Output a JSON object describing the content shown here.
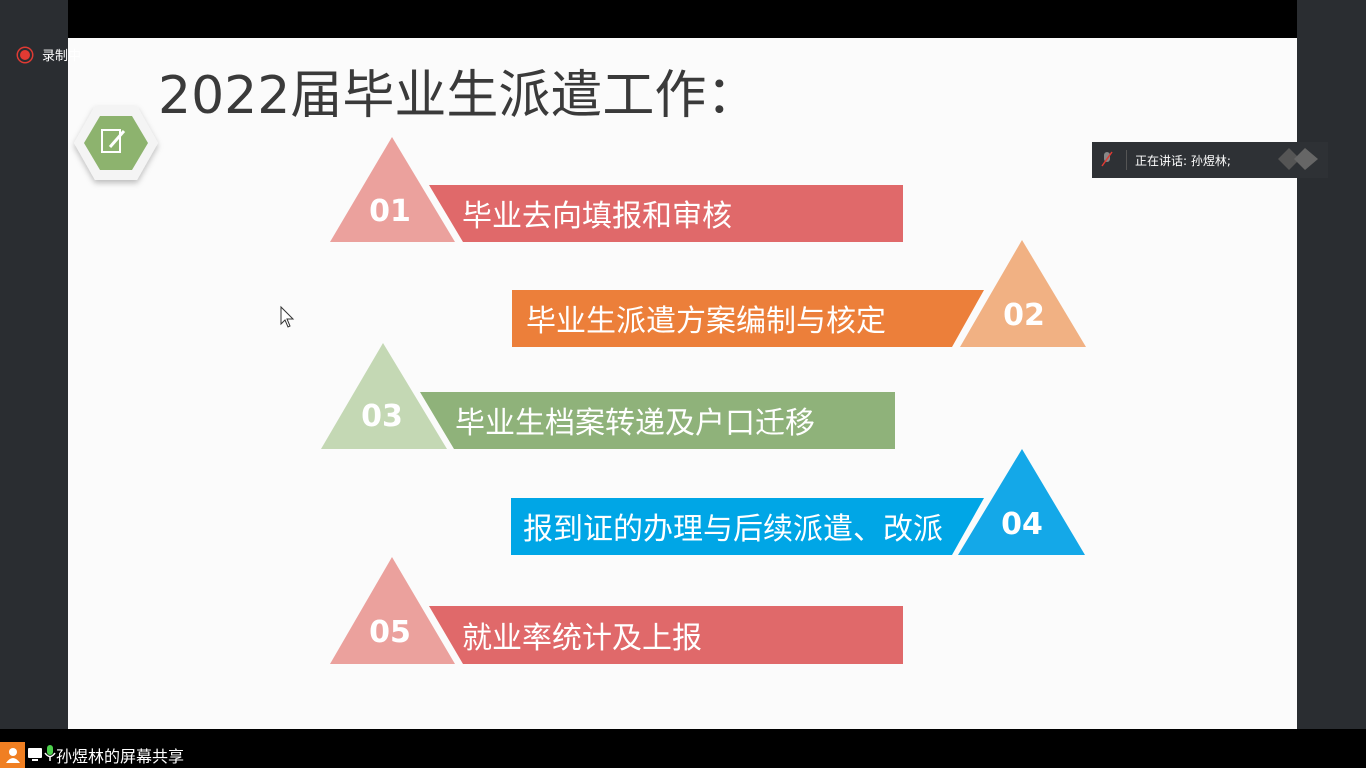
{
  "recording": {
    "label": "录制中"
  },
  "speaker": {
    "label": "正在讲话: 孙煜林;"
  },
  "share": {
    "label": "孙煜林的屏幕共享"
  },
  "slide": {
    "title": "2022届毕业生派遣工作：",
    "items": [
      {
        "num": "01",
        "text": "毕业去向填报和审核",
        "color": "#e0696a"
      },
      {
        "num": "02",
        "text": "毕业生派遣方案编制与核定",
        "color": "#ec7f3a"
      },
      {
        "num": "03",
        "text": "毕业生档案转递及户口迁移",
        "color": "#8fb27a"
      },
      {
        "num": "04",
        "text": "报到证的办理与后续派遣、改派",
        "color": "#00a6e6"
      },
      {
        "num": "05",
        "text": "就业率统计及上报",
        "color": "#e0696a"
      }
    ]
  }
}
